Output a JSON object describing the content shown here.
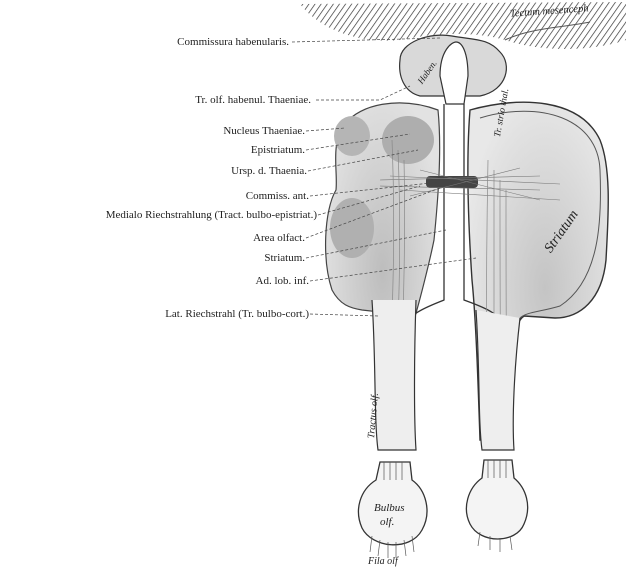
{
  "labels": {
    "commissura_habenularis": "Commissura habenularis.",
    "tr_olf_habenul": "Tr. olf. habenul. Thaeniae.",
    "nucleus_thaeniae": "Nucleus Thaeniae.",
    "epistriatum": "Epistriatum.",
    "ursp_thaenia": "Ursp. d. Thaenia.",
    "commiss_ant": "Commiss. ant.",
    "mediale_riechstrahlung": "Medialo Riechstrahlung (Tract. bulbo-epistriat.)",
    "area_olfact": "Area olfact.",
    "striatum_left": "Striatum.",
    "ad_lob_inf": "Ad. lob. inf.",
    "lat_riechstrahl": "Lat. Riechstrahl (Tr. bulbo-cort.)"
  },
  "in_figure": {
    "tectum": "Tectum mesenceph",
    "haben": "Haben.",
    "tr_strio_thal": "Tr. strio thal.",
    "striatum": "Striatum",
    "tractus_olf": "Tractus olf.",
    "bulbus": "Bulbus",
    "olf": "olf.",
    "fila_olf": "Fila olf"
  }
}
